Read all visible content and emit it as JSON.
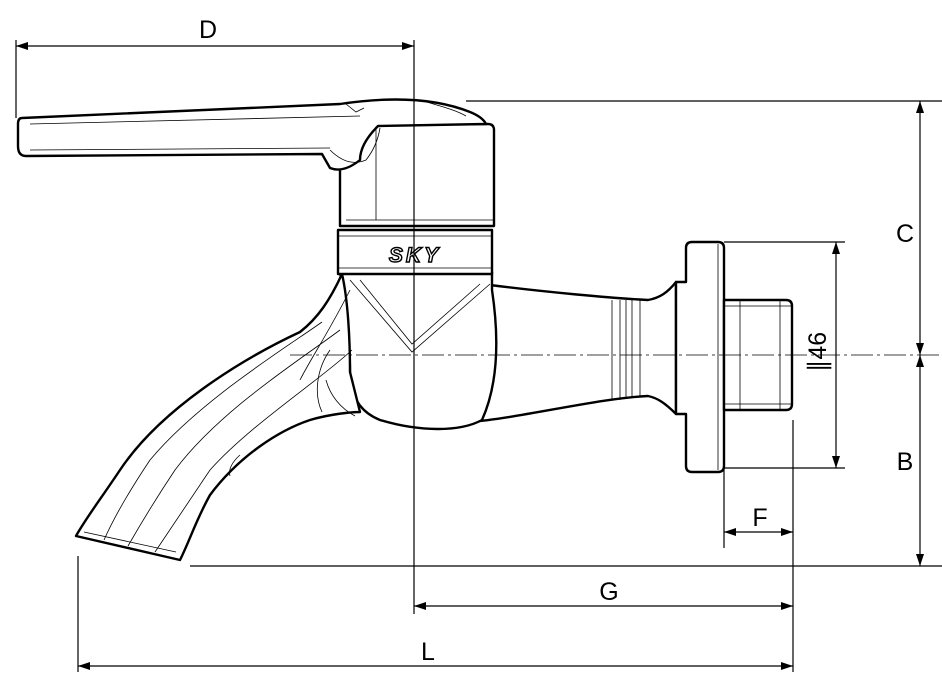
{
  "drawing": {
    "brand_text": "SKY",
    "dimensions": {
      "d": "D",
      "c": "C",
      "b": "B",
      "diameter": "∥46",
      "f": "F",
      "g": "G",
      "l": "L"
    }
  }
}
